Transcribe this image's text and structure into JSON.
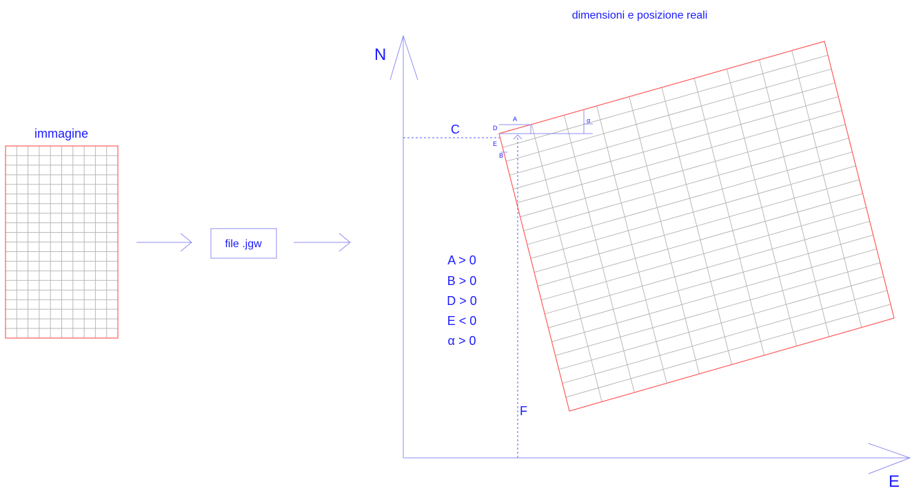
{
  "labels": {
    "title": "dimensioni e posizione reali",
    "image": "immagine",
    "file": "file .jgw",
    "north": "N",
    "east": "E",
    "c": "C",
    "f": "F",
    "a_small": "A",
    "b_small": "B",
    "d_small": "D",
    "e_small": "E",
    "alpha_small": "α"
  },
  "conditions": [
    "A > 0",
    "B > 0",
    "D > 0",
    "E < 0",
    "α > 0"
  ],
  "colors": {
    "text": "#1a1aff",
    "axis": "#8c8cf0",
    "frame": "#ff5a5a",
    "grid": "#b8b8b8"
  }
}
